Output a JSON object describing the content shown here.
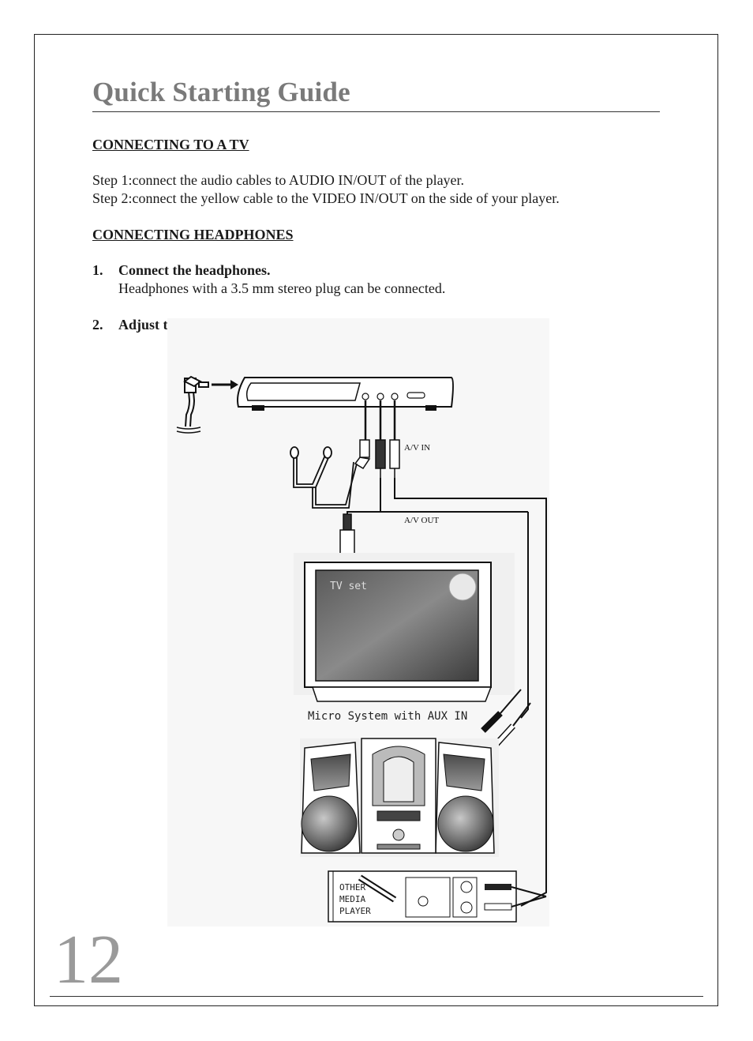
{
  "page": {
    "title": "Quick Starting Guide",
    "page_number": "12"
  },
  "tv_section": {
    "heading": "CONNECTING TO A TV",
    "step1": "Step 1:connect the audio cables to AUDIO IN/OUT of the player.",
    "step2": "Step 2:connect the yellow cable to the VIDEO IN/OUT on the side of your player."
  },
  "headphones_section": {
    "heading": "CONNECTING HEADPHONES",
    "items": [
      {
        "num": "1.",
        "bold": "Connect the headphones.",
        "text": "Headphones with a 3.5 mm stereo plug can be connected."
      },
      {
        "num": "2.",
        "bold": "Adjust the volume by VOL – / VOL +."
      }
    ]
  },
  "diagram": {
    "av_in_label": "A/V IN",
    "av_out_label": "A/V OUT",
    "tv_label": "TV set",
    "micro_system_label": "Micro System with AUX IN",
    "other_player_lines": [
      "OTHER",
      "MEDIA",
      "PLAYER"
    ]
  }
}
